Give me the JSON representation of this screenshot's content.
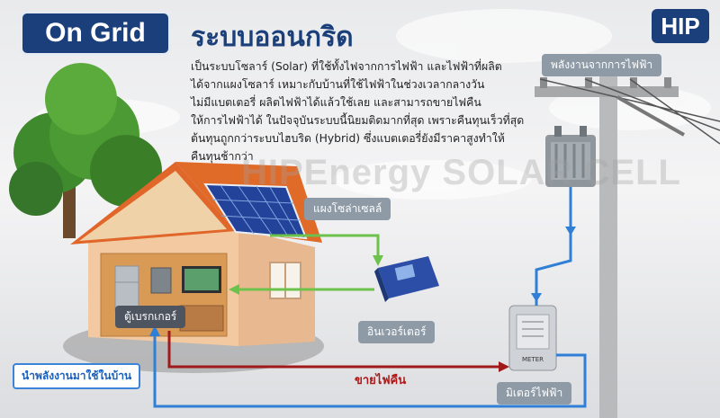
{
  "header": {
    "badge": "On Grid",
    "title": "ระบบออนกริด",
    "logo": "HIP"
  },
  "description": [
    "เป็นระบบโซลาร์ (Solar) ที่ใช้ทั้งไฟจากการไฟฟ้า และไฟฟ้าที่ผลิต",
    "ได้จากแผงโซลาร์ เหมาะกับบ้านที่ใช้ไฟฟ้าในช่วงเวลากลางวัน",
    "ไม่มีแบตเตอรี่ ผลิตไฟฟ้าได้แล้วใช้เลย และสามารถขายไฟคืน",
    "ให้การไฟฟ้าได้ ในปัจจุบันระบบนี้นิยมติดมากที่สุด เพราะคืนทุนเร็วที่สุด",
    "ต้นทุนถูกกว่าระบบไฮบริด (Hybrid) ซึ่งแบตเตอรี่ยังมีราคาสูงทำให้",
    "คืนทุนช้ากว่า"
  ],
  "watermark": "HIPEnergy SOLAR CELL",
  "labels": {
    "grid": "พลังงานจากการไฟฟ้า",
    "panel": "แผงโซล่าเซลล์",
    "inverter": "อินเวอร์เตอร์",
    "breaker": "ตู้เบรกเกอร์",
    "sell": "ขายไฟคืน",
    "meter": "มิเตอร์ไฟฟ้า",
    "use": "นำพลังงานมาใช้ในบ้าน",
    "meter_text": "METER"
  },
  "colors": {
    "brand": "#1b3f7a",
    "green_line": "#6cc24a",
    "red_line": "#a01a1a",
    "blue_line": "#2f7fd6"
  }
}
